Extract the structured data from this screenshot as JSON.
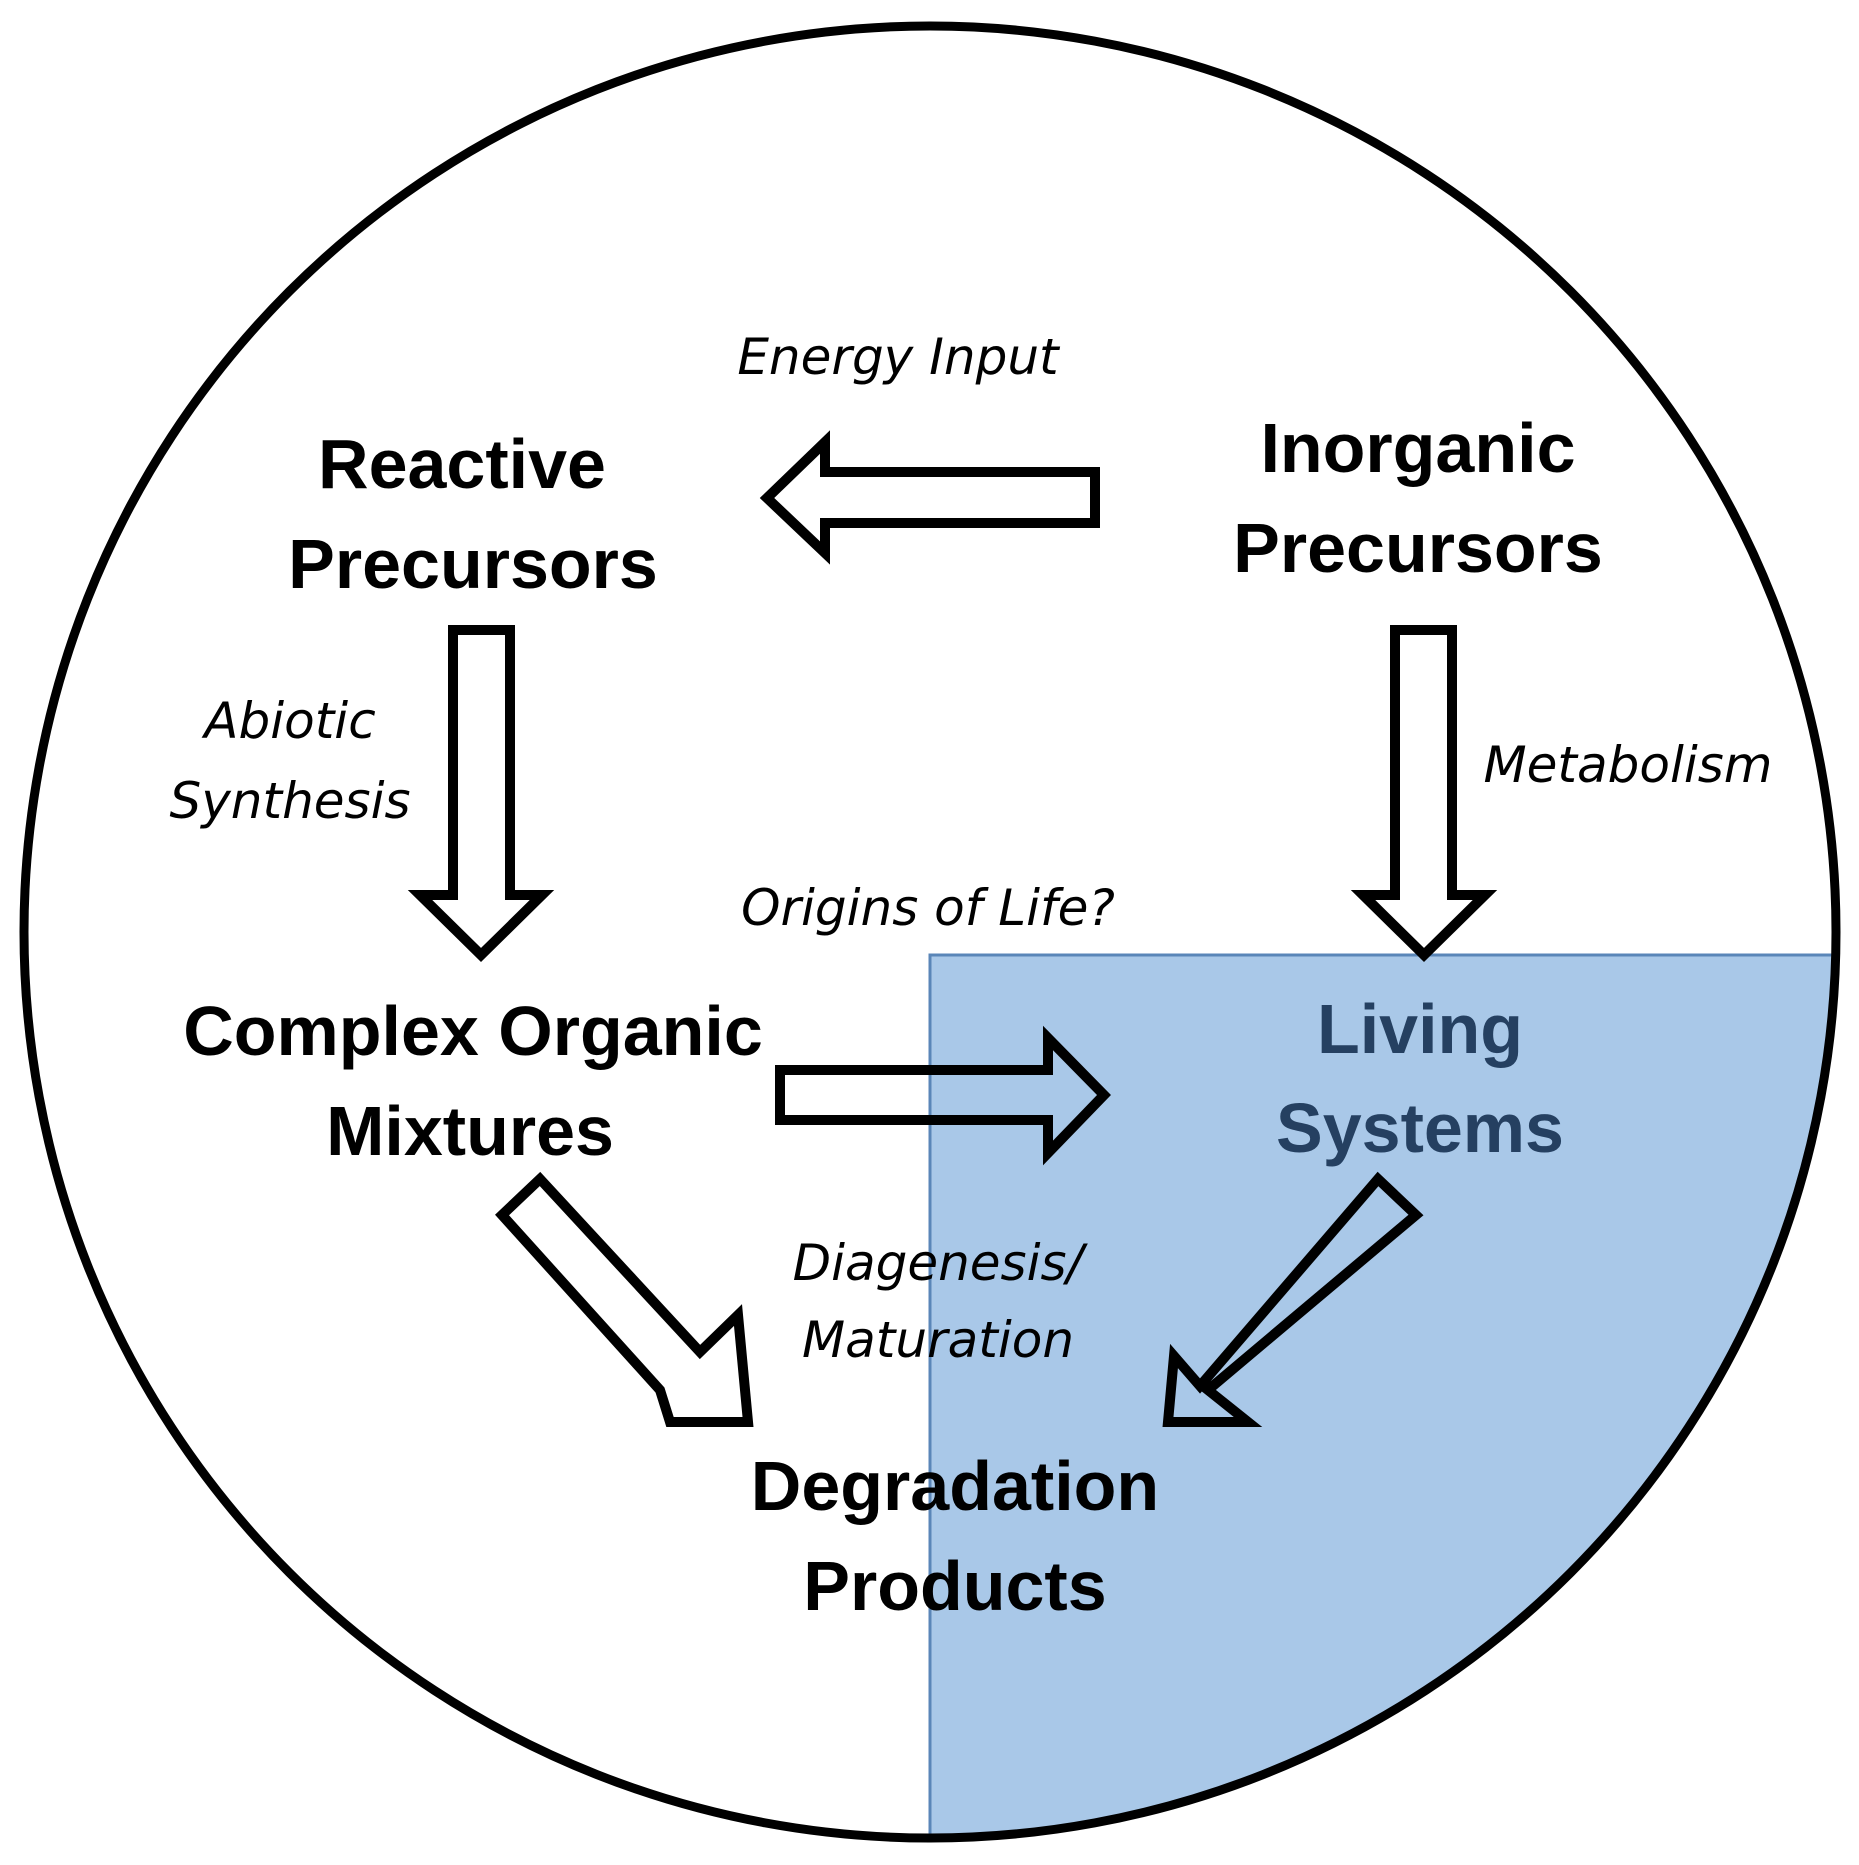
{
  "nodes": {
    "reactive_precursors": {
      "line1": "Reactive",
      "line2": "Precursors"
    },
    "inorganic_precursors": {
      "line1": "Inorganic",
      "line2": "Precursors"
    },
    "complex_organic_mixtures": {
      "line1": "Complex Organic",
      "line2": "Mixtures"
    },
    "living_systems": {
      "line1": "Living",
      "line2": "Systems"
    },
    "degradation_products": {
      "line1": "Degradation",
      "line2": "Products"
    }
  },
  "edge_labels": {
    "energy_input": "Energy Input",
    "abiotic_line1": "Abiotic",
    "abiotic_line2": "Synthesis",
    "metabolism": "Metabolism",
    "origins_of_life": "Origins of Life?",
    "diagenesis_line1": "Diagenesis/",
    "diagenesis_line2": "Maturation"
  },
  "colors": {
    "living_region_fill": "#A9C8E8",
    "living_region_stroke": "#5A86B8",
    "living_text": "#254061",
    "outline": "#000000"
  }
}
